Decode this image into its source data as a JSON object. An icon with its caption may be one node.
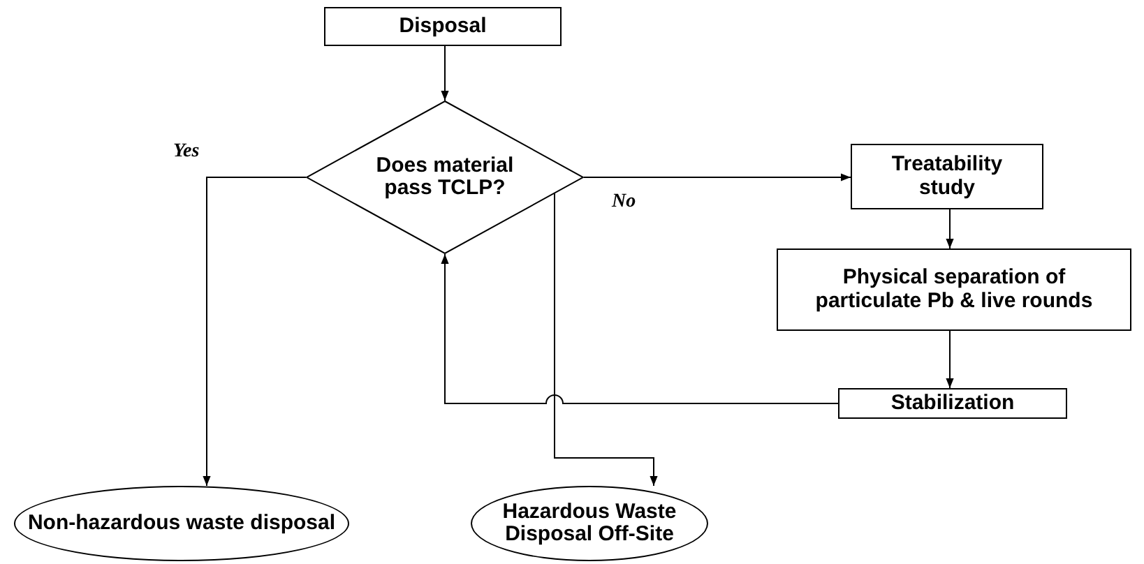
{
  "diagram": {
    "nodes": [
      {
        "text": [
          "Disposal"
        ]
      },
      {
        "text": [
          "Does material pass TCLP?"
        ]
      },
      {
        "text": [
          "Treatability study"
        ]
      },
      {
        "text": [
          "Physical separation of particulate Pb & live rounds"
        ]
      },
      {
        "text": [
          "Stabilization"
        ]
      },
      {
        "text": [
          "Non-hazardous waste disposal"
        ]
      },
      {
        "text": [
          "Hazardous Waste Disposal Off-Site"
        ]
      }
    ],
    "edges": [
      {
        "from": 0,
        "to": 1,
        "arrow": "to"
      },
      {
        "from": 1,
        "to": 2,
        "arrow": "to",
        "label": "No"
      },
      {
        "from": 1,
        "to": 5,
        "arrow": "to",
        "label": "Yes"
      },
      {
        "from": 1,
        "to": 6,
        "arrow": "to"
      },
      {
        "from": 2,
        "to": 3,
        "arrow": "to"
      },
      {
        "from": 3,
        "to": 4,
        "arrow": "to"
      },
      {
        "from": 4,
        "to": 1,
        "arrow": "to"
      }
    ]
  }
}
